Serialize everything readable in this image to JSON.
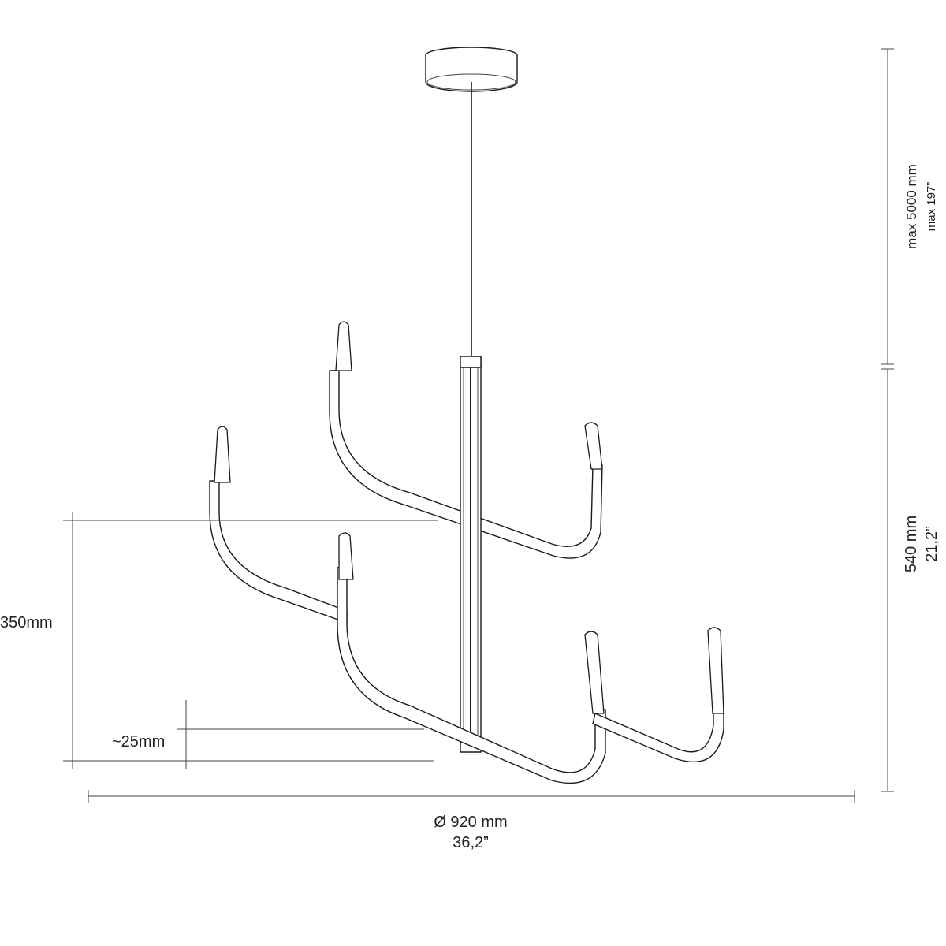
{
  "dimensions": {
    "height_max_mm": "max 5000 mm",
    "height_max_in": "max 197”",
    "height_mm": "540 mm",
    "height_in": "21,2”",
    "diameter_mm": "Ø 920 mm",
    "diameter_in": "36,2”",
    "tier_offset": "350mm",
    "cup_offset": "~25mm"
  },
  "colors": {
    "line": "#1a1a1a",
    "background": "#ffffff"
  }
}
